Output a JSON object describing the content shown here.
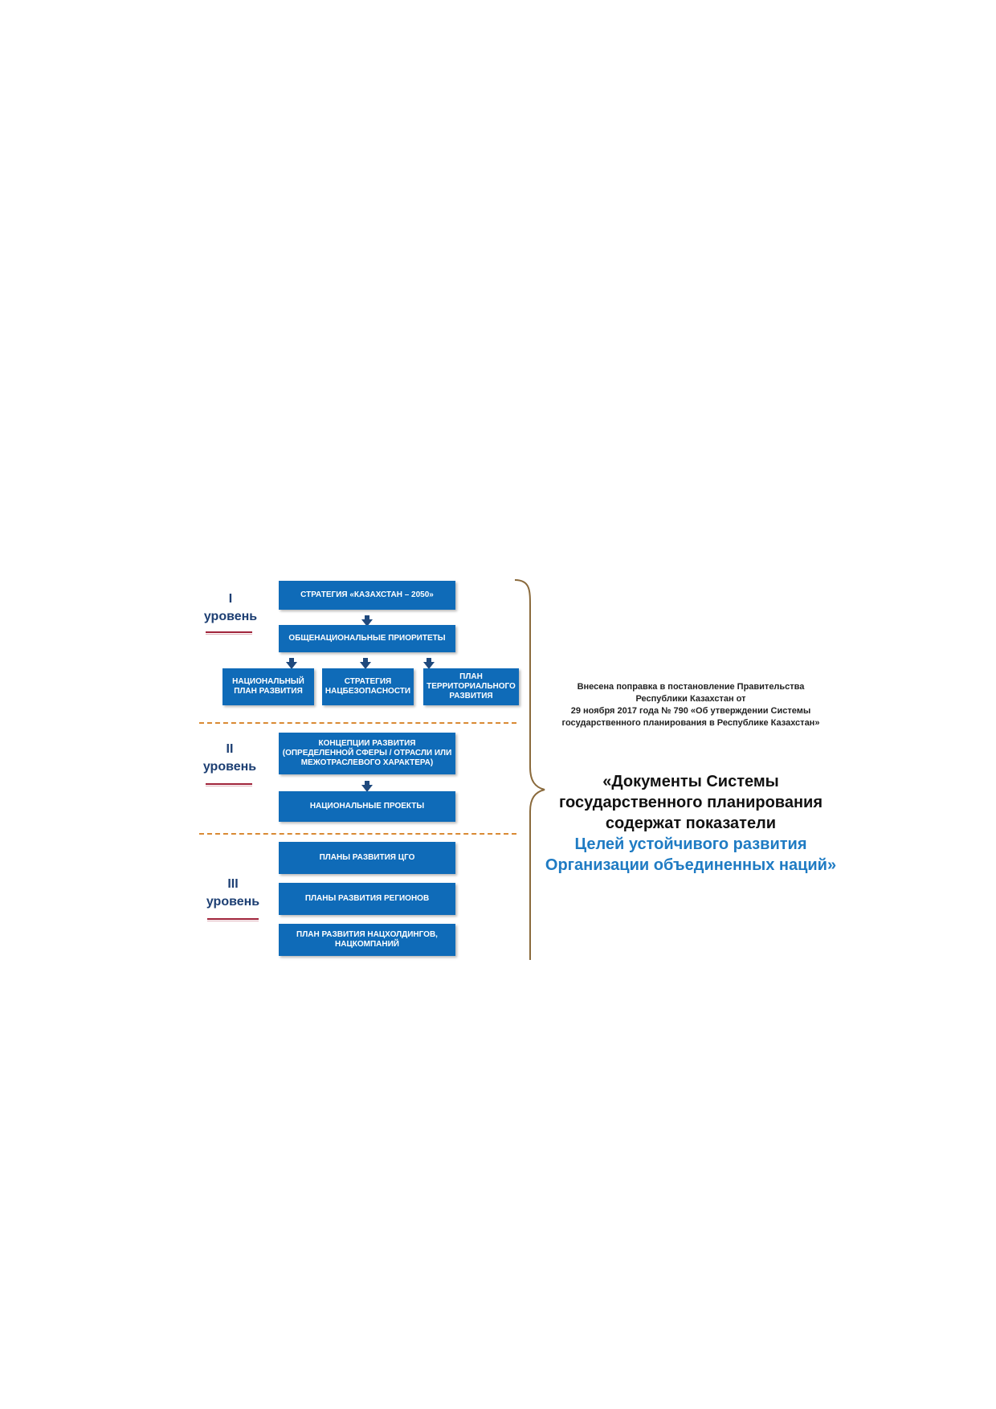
{
  "levels": [
    {
      "id": "1",
      "label": "I\nуровень"
    },
    {
      "id": "2",
      "label": "II\nуровень"
    },
    {
      "id": "3",
      "label": "III\nуровень"
    }
  ],
  "boxes": {
    "strategy2050": "СТРАТЕГИЯ «КАЗАХСТАН – 2050»",
    "priorities": "ОБЩЕНАЦИОНАЛЬНЫЕ ПРИОРИТЕТЫ",
    "national_plan": "НАЦИОНАЛЬНЫЙ\nПЛАН РАЗВИТИЯ",
    "security_strategy": "СТРАТЕГИЯ\nНАЦБЕЗОПАСНОСТИ",
    "territorial_plan": "ПЛАН\nТЕРРИТОРИАЛЬНОГО\nРАЗВИТИЯ",
    "concepts": "КОНЦЕПЦИИ РАЗВИТИЯ\n(ОПРЕДЕЛЕННОЙ СФЕРЫ / ОТРАСЛИ ИЛИ\nМЕЖОТРАСЛЕВОГО ХАРАКТЕРА)",
    "national_projects": "НАЦИОНАЛЬНЫЕ ПРОЕКТЫ",
    "cgo_plans": "ПЛАНЫ РАЗВИТИЯ ЦГО",
    "region_plans": "ПЛАНЫ РАЗВИТИЯ РЕГИОНОВ",
    "holding_plans": "ПЛАН РАЗВИТИЯ НАЦХОЛДИНГОВ,\nНАЦКОМПАНИЙ"
  },
  "note": "Внесена поправка в постановление Правительства\nРеспублики Казахстан от\n29 ноября 2017 года № 790 «Об утверждении Системы\nгосударственного планирования в Республике Казахстан»",
  "quote": {
    "dark": "«Документы Системы\nгосударственного планирования\nсодержат показатели",
    "blue": "Целей устойчивого развития\nОрганизации объединенных наций»"
  },
  "colors": {
    "box": "#0f6bb8",
    "level_text": "#1d3f73",
    "underline": "#a0233a",
    "separator": "#d98a34",
    "brace": "#8a6a3c",
    "quote_blue": "#1f7bc3"
  }
}
